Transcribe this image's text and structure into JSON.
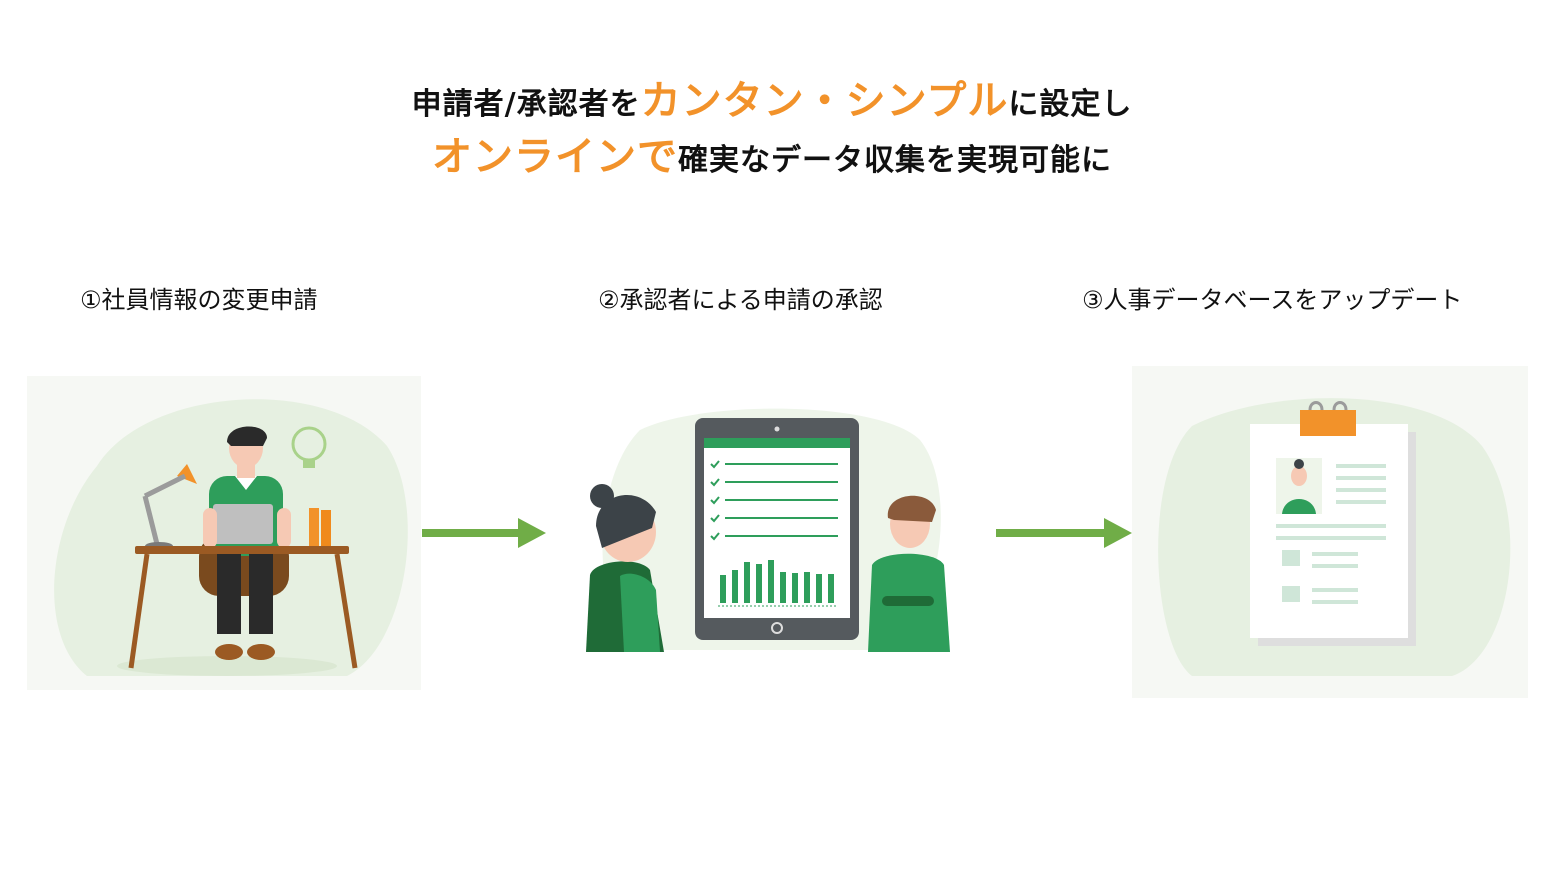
{
  "headline": {
    "line1_part1": "申請者/承認者を",
    "line1_highlight": "カンタン・シンプル",
    "line1_part2": "に設定し",
    "line2_highlight": "オンラインで",
    "line2_part2": "確実なデータ収集を実現可能に"
  },
  "steps": [
    {
      "label": "①社員情報の変更申請",
      "icon": "person-at-desk-illustration"
    },
    {
      "label": "②承認者による申請の承認",
      "icon": "tablet-approval-illustration"
    },
    {
      "label": "③人事データベースをアップデート",
      "icon": "employee-record-document-illustration"
    }
  ],
  "colors": {
    "accent_orange": "#f2922a",
    "arrow_green": "#70ad47",
    "illustration_green": "#2e9e5b",
    "background_tint": "#eef5ea"
  }
}
